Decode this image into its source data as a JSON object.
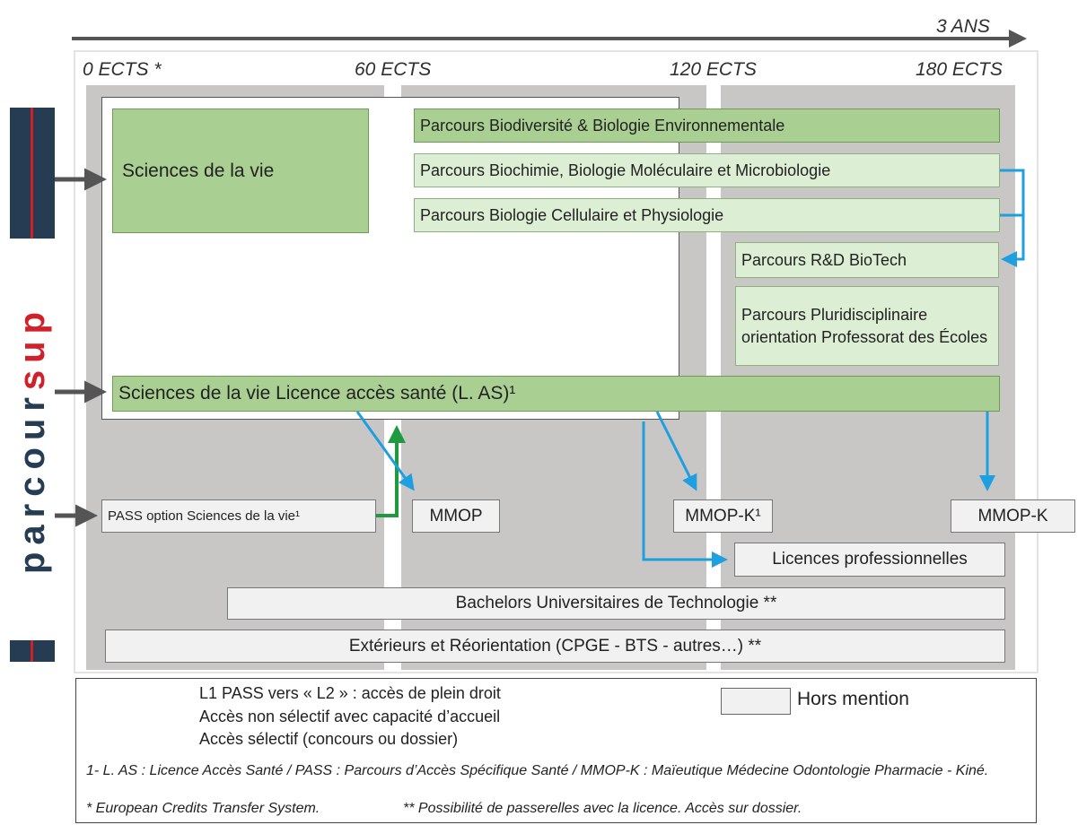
{
  "timeline": {
    "label": "3 ANS"
  },
  "ects": [
    "0 ECTS *",
    "60 ECTS",
    "120 ECTS",
    "180 ECTS"
  ],
  "parcoursup": {
    "letters": [
      "p",
      "a",
      "r",
      "c",
      "o",
      "u",
      "r",
      "s",
      "u",
      "p"
    ],
    "dark_color": "#263c52",
    "accent_color": "#d0202a"
  },
  "boxes": {
    "sciences_vie": "Sciences de la vie",
    "bio_env": "Parcours Biodiversité & Biologie Environnementale",
    "biochimie": "Parcours Biochimie, Biologie Moléculaire et Microbiologie",
    "bio_cell": "Parcours Biologie Cellulaire et Physiologie",
    "rd_biotech": "Parcours R&D BioTech",
    "pluri": "Parcours Pluridisciplinaire orientation Professorat des Écoles",
    "las": "Sciences de la vie Licence accès santé (L. AS)¹",
    "pass": "PASS option Sciences de la vie¹",
    "mmop": "MMOP",
    "mmopk1": "MMOP-K¹",
    "mmopk": "MMOP-K",
    "licpro": "Licences professionnelles",
    "but": "Bachelors Universitaires de Technologie **",
    "ext": "Extérieurs et Réorientation (CPGE - BTS - autres…) **"
  },
  "legend": {
    "green": "L1 PASS vers « L2 » : accès de plein droit",
    "grey": "Accès non sélectif avec capacité d’accueil",
    "blue": "Accès sélectif (concours ou dossier)",
    "hors": "Hors mention",
    "note1": "1- L. AS : Licence Accès Santé / PASS : Parcours d’Accès Spécifique Santé / MMOP-K : Maïeutique Médecine Odontologie Pharmacie - Kiné.",
    "note2a": "* European Credits Transfer System.",
    "note2b": "** Possibilité de passerelles avec la licence. Accès sur dossier."
  },
  "colors": {
    "green_arrow": "#1f9a3f",
    "grey_arrow": "#555555",
    "blue_arrow": "#1e9fdf"
  }
}
